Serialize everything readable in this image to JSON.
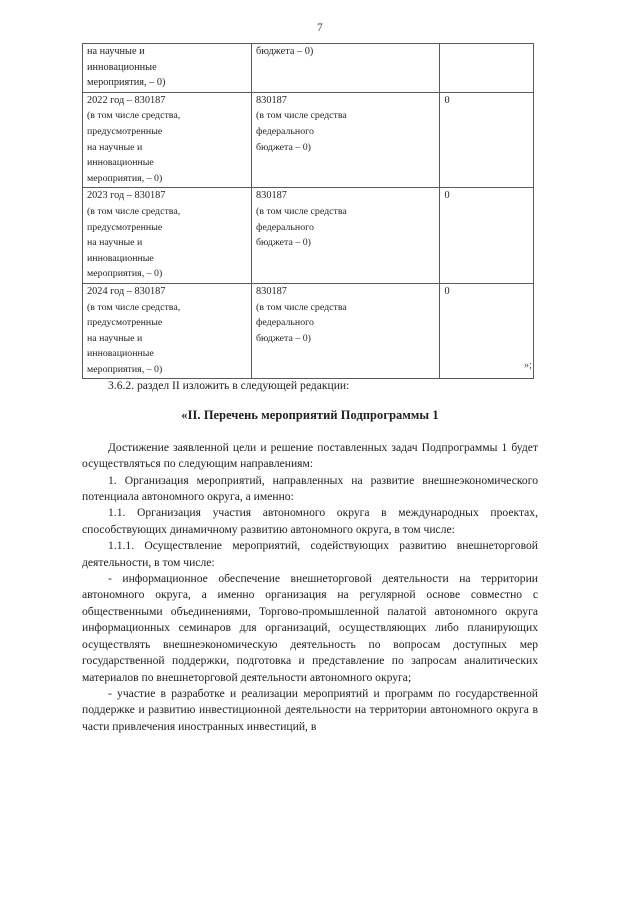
{
  "document": {
    "page_number": "7",
    "table_end_marker": "»;"
  },
  "table": {
    "rows": [
      {
        "name": "partial-top-row",
        "col1": [
          "на научные и",
          "инновационные",
          "мероприятия, – 0)"
        ],
        "col2": [
          "бюджета – 0)"
        ],
        "col3": ""
      },
      {
        "name": "row-2022",
        "col1": [
          "2022 год – 830187",
          "(в том числе средства,",
          "предусмотренные",
          "на научные и",
          "инновационные",
          "мероприятия, – 0)"
        ],
        "col2": [
          "830187",
          "(в том числе средства",
          "федерального",
          "бюджета – 0)"
        ],
        "col3": "0"
      },
      {
        "name": "row-2023",
        "col1": [
          "2023 год – 830187",
          "(в том числе средства,",
          "предусмотренные",
          "на научные и",
          "инновационные",
          "мероприятия, – 0)"
        ],
        "col2": [
          "830187",
          "(в том числе средства",
          "федерального",
          "бюджета – 0)"
        ],
        "col3": "0"
      },
      {
        "name": "row-2024",
        "col1": [
          "2024 год – 830187",
          "(в том числе средства,",
          "предусмотренные",
          "на научные и",
          "инновационные",
          "мероприятия, – 0)"
        ],
        "col2": [
          "830187",
          "(в том числе средства",
          "федерального",
          "бюджета – 0)"
        ],
        "col3": "0"
      }
    ]
  },
  "body": {
    "amendment_line": "3.6.2. раздел II изложить в следующей редакции:",
    "section_heading": "«II. Перечень мероприятий Подпрограммы 1",
    "paragraphs": [
      "Достижение заявленной цели и решение поставленных задач Подпрограммы 1 будет осуществляться по следующим направлениям:",
      "1. Организация мероприятий, направленных на развитие внешнеэкономического потенциала автономного округа, а именно:",
      "1.1. Организация участия автономного округа в международных проектах, способствующих динамичному развитию автономного округа, в том числе:",
      "1.1.1. Осуществление мероприятий, содействующих развитию внешнеторговой деятельности, в том числе:",
      "- информационное обеспечение внешнеторговой деятельности на территории автономного округа, а именно организация на регулярной основе совместно с общественными объединениями, Торгово-промышленной палатой автономного округа информационных семинаров для организаций, осуществляющих либо планирующих осуществлять внешнеэкономическую деятельность по вопросам доступных мер государственной поддержки, подготовка и представление по запросам аналитических материалов по внешнеторговой деятельности автономного округа;",
      "- участие в разработке и реализации мероприятий и программ по государственной поддержке и развитию инвестиционной деятельности на территории автономного округа в части привлечения иностранных инвестиций, в"
    ]
  }
}
